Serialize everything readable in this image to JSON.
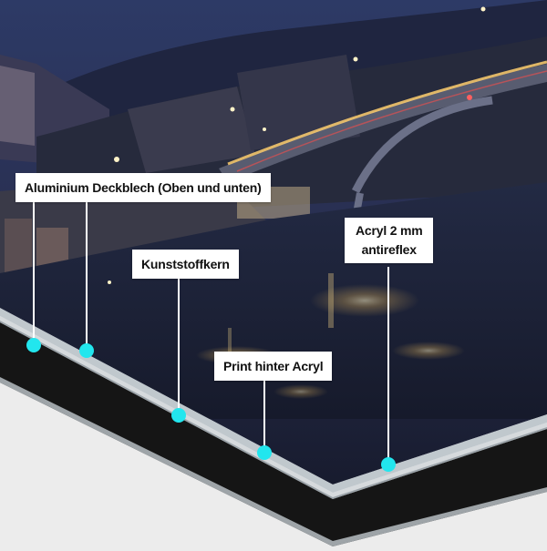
{
  "labels": {
    "aluminium": "Aluminium Deckblech (Oben und unten)",
    "kunststoffkern": "Kunststoffkern",
    "print": "Print hinter Acryl",
    "acryl_line1": "Acryl 2 mm",
    "acryl_line2": "antireflex"
  },
  "colors": {
    "marker": "#22e6ee",
    "leader": "#ffffff",
    "label_bg": "#ffffff",
    "sky": "#2b3457",
    "water": "#1d2238"
  },
  "icons": {
    "marker": "cyan-dot"
  }
}
